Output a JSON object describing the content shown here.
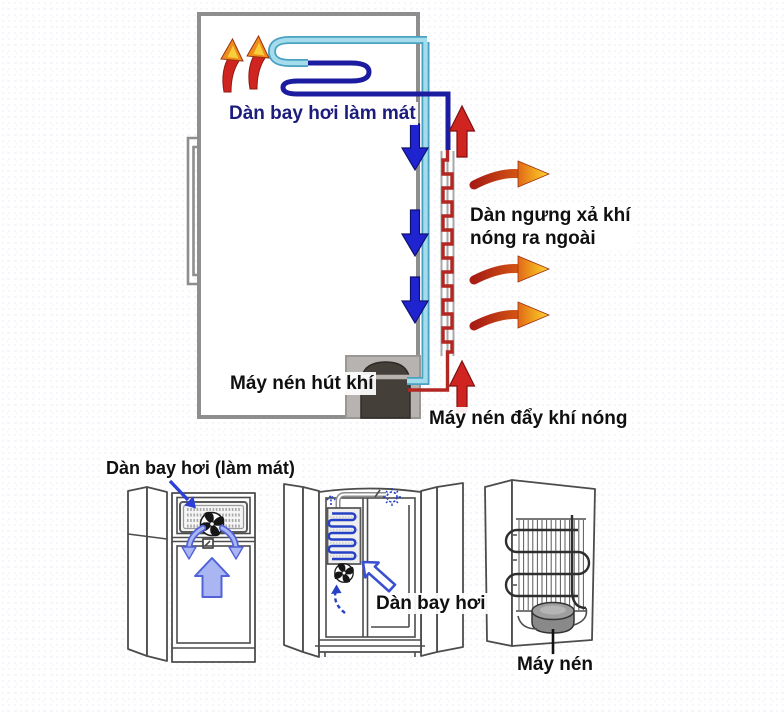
{
  "cycle_diagram": {
    "labels": {
      "evaporator": "Dàn bay hơi làm mát",
      "condenser_line1": "Dàn ngưng xả khí",
      "condenser_line2": "nóng ra ngoài",
      "compressor_suction": "Máy nén hút khí",
      "compressor_discharge": "Máy nén đẩy khí nóng"
    }
  },
  "fridge_views": {
    "front_open_label": "Dàn bay hơi (làm mát)",
    "inside_label": "Dàn bay hơi",
    "back_label": "Máy nén"
  },
  "icons": {
    "warm-air-rising-icon": "curved red arrow with orange flame tip pointing up",
    "cold-flow-arrow-icon": "solid blue arrow pointing down",
    "hot-flow-arrow-icon": "solid red arrow pointing up",
    "hot-air-out-icon": "red-to-yellow curved arrow pointing right",
    "fan-icon": "black four-blade fan in a circle",
    "airflow-up-arrow-icon": "light blue block arrow pointing up",
    "airflow-curved-arrow-icon": "light blue curved arrow pointing down",
    "dashed-air-arrow-icon": "dashed blue curved arrow pointing up",
    "snowflake-icon": "dashed blue circle with spokes",
    "pointer-arrow-icon": "solid blue pointer arrow",
    "evaporator-pointer-arrow-icon": "white block arrow with blue outline pointing up-left"
  },
  "colors": {
    "cold-pipe": "#a5dcec",
    "cold-pipe-edge": "#49a2c2",
    "navy-pipe": "#1c1ca0",
    "cold-arrow": "#1f24d0",
    "hot-pipe": "#b32622",
    "hot-arrow": "#cf2420",
    "flame-orange": "#ee8c1c",
    "flame-yellow": "#f7cf3a",
    "label-navy": "#1c1c7c",
    "label-black": "#101010",
    "line-art": "#4c4c4c",
    "cabinet-gray": "#8e8e8e",
    "soft-blue-fill": "#aab6f2",
    "soft-blue-stroke": "#5063d8",
    "coil-blue": "#2742c4"
  }
}
